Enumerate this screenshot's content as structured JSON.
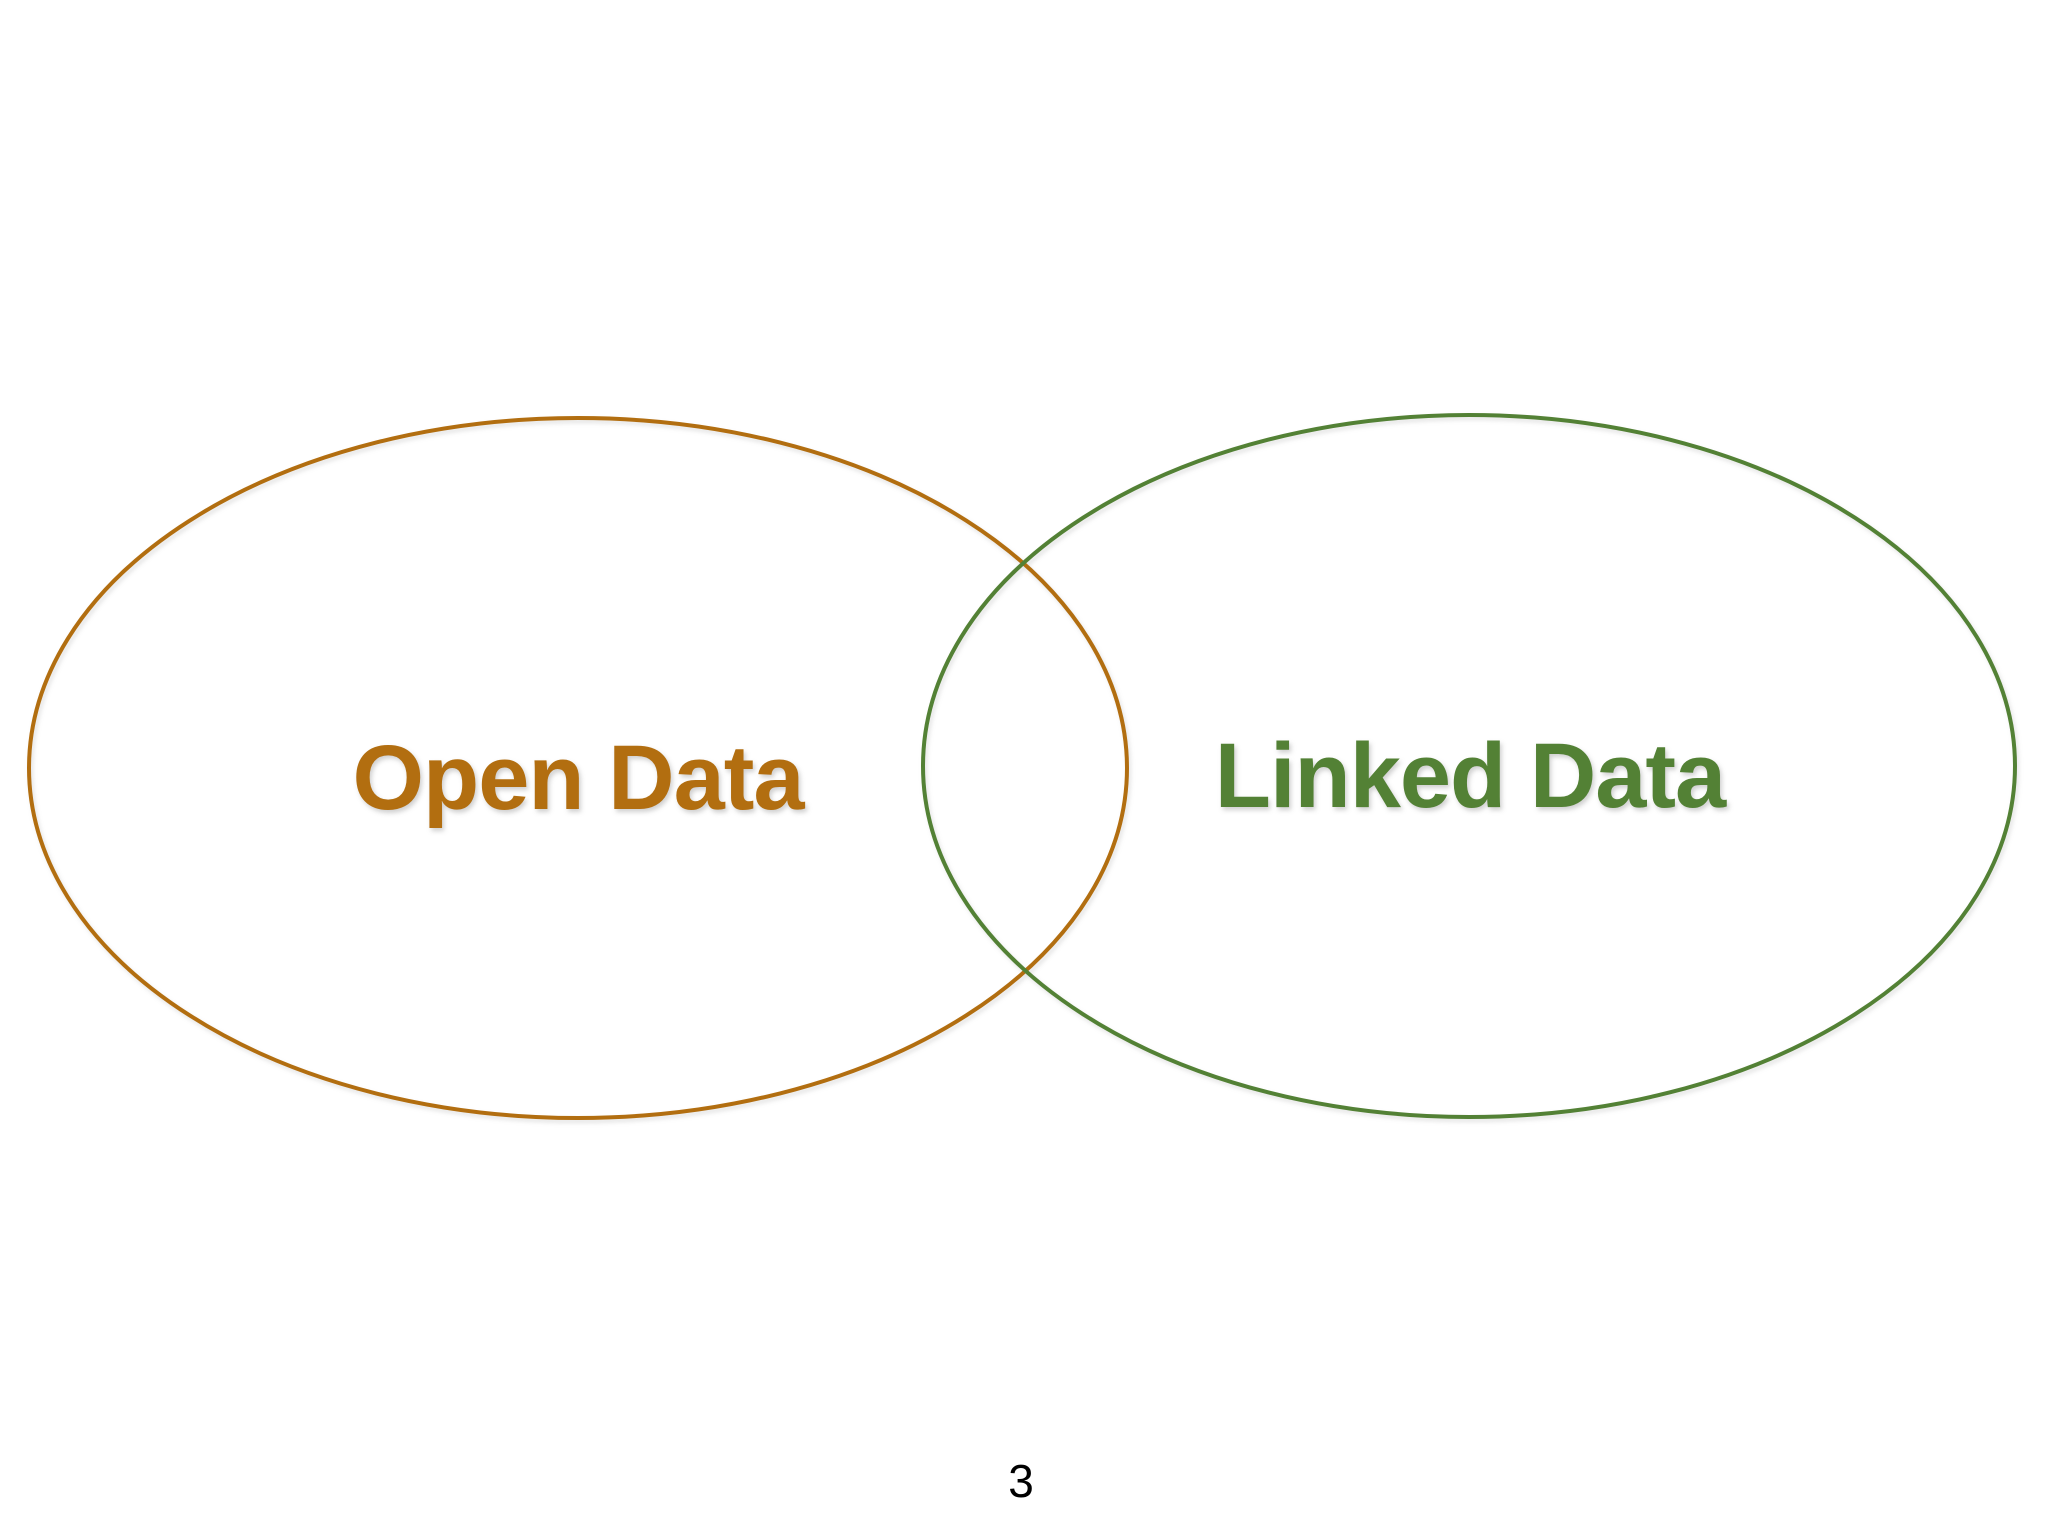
{
  "slide": {
    "background": "#ffffff",
    "page_number": "3"
  },
  "diagram": {
    "type": "venn-two-overlapping-ellipses",
    "left_ellipse": {
      "label": "Open Data",
      "color": "#B26E10"
    },
    "right_ellipse": {
      "label": "Linked Data",
      "color": "#538135"
    }
  }
}
